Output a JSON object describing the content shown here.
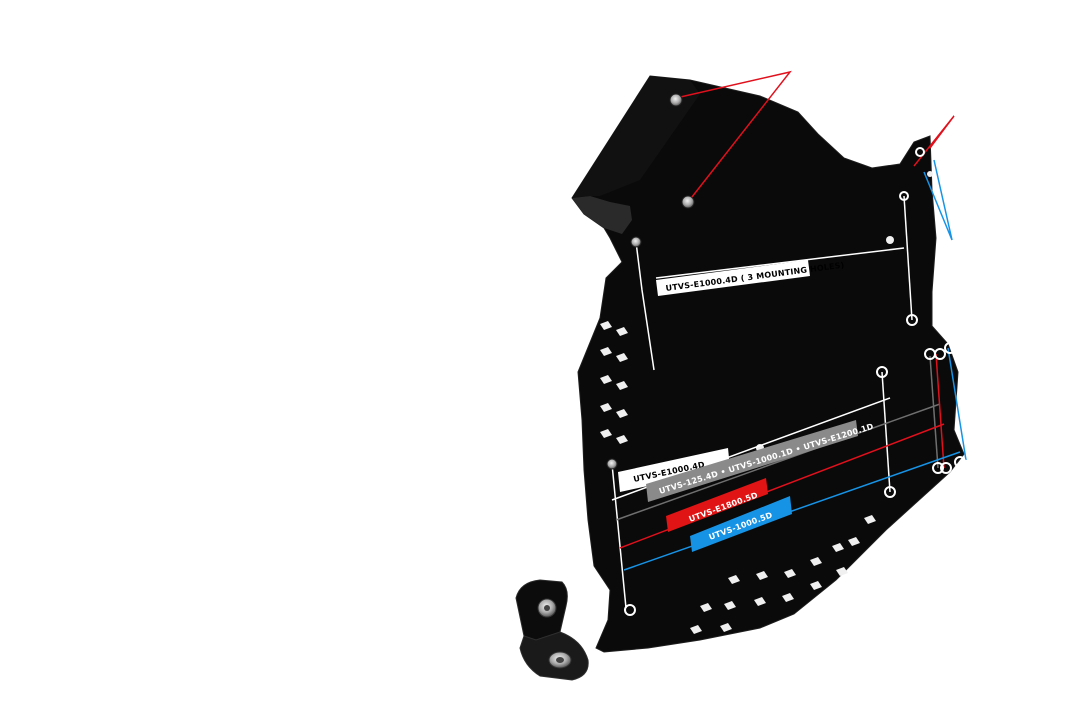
{
  "colors": {
    "background": "#ffffff",
    "plate": "#0a0a0a",
    "plate_edge": "#1e1e1e",
    "line_white": "#ffffff",
    "line_gray": "#6f6f6f",
    "line_red": "#e0101c",
    "line_blue": "#1793e6",
    "label_white_bg": "#ffffff",
    "label_gray_bg": "#8a8a8a",
    "label_red_bg": "#e01414",
    "label_blue_bg": "#1793e6"
  },
  "labels": {
    "top": "UTVS-E1000.4D ( 3 MOUNTING HOLES)",
    "e1000_4d": "UTVS-E1000.4D",
    "gray_multi": "UTVS-125.4D • UTVS-1000.1D • UTVS-E1200.1D",
    "red": "UTVS-E1800.5D",
    "blue": "UTVS-1000.5D"
  },
  "icons": {
    "bracket": "l-bracket-icon",
    "hole": "mounting-hole-icon"
  }
}
